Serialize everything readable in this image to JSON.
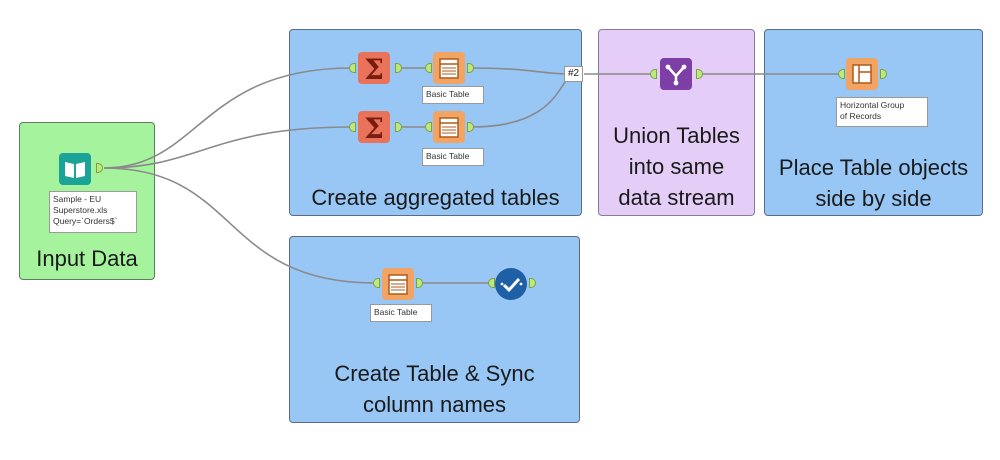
{
  "containers": {
    "input": "Input Data",
    "aggregate": "Create aggregated tables",
    "union": "Union Tables\ninto same\ndata stream",
    "place": "Place Table objects\nside by side",
    "sync": "Create Table & Sync\ncolumn names"
  },
  "notes": {
    "input_source": "Sample - EU\nSuperstore.xls\nQuery=`Orders$`",
    "basic_table_1": "Basic Table",
    "basic_table_2": "Basic Table",
    "basic_table_3": "Basic Table",
    "horizontal_group": "Horizontal Group\nof Records"
  },
  "connection_badge": "#2",
  "colors": {
    "container_blue": "#98c6f5",
    "container_green": "#a6f39e",
    "container_purple": "#e4cdf7",
    "summarize_tool": "#e8735a",
    "table_tool": "#f1a463",
    "union_tool": "#7d3ea6",
    "input_tool": "#1aa396",
    "sync_tool": "#1f5fa6"
  },
  "icons": [
    "book-icon",
    "sigma-icon",
    "table-icon",
    "union-icon",
    "layout-icon",
    "check-icon"
  ]
}
